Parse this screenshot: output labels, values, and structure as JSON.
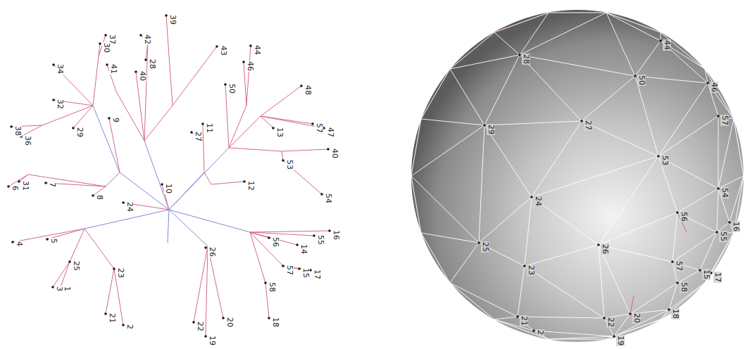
{
  "diagram": {
    "labels": [
      "37",
      "30",
      "42",
      "28",
      "39",
      "43",
      "44",
      "46",
      "34",
      "41",
      "40",
      "50",
      "48",
      "32",
      "29",
      "9",
      "11",
      "27",
      "13",
      "57",
      "47",
      "38",
      "36",
      "40",
      "53",
      "31",
      "7",
      "6",
      "8",
      "10",
      "24",
      "12",
      "54",
      "16",
      "56",
      "55",
      "14",
      "4",
      "5",
      "26",
      "25",
      "23",
      "57",
      "15",
      "17",
      "58",
      "3",
      "1",
      "21",
      "2",
      "22",
      "20",
      "18",
      "19",
      "28",
      "44",
      "50",
      "46",
      "29",
      "27",
      "53",
      "57",
      "24",
      "54",
      "56",
      "16",
      "55",
      "26",
      "25",
      "23",
      "57",
      "15",
      "17",
      "58",
      "22",
      "20",
      "18",
      "21",
      "2",
      "19"
    ]
  }
}
